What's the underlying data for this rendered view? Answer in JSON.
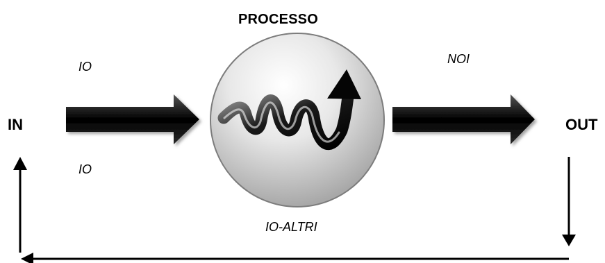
{
  "diagram": {
    "title": "PROCESSO",
    "input_label": "IN",
    "output_label": "OUT",
    "upper_input_label": "IO",
    "lower_input_label": "IO",
    "output_actor_label": "NOI",
    "feedback_label": "IO-ALTRI"
  },
  "icons": {
    "process": "spiral-up-arrow-icon",
    "input_arrow": "right-arrow-icon",
    "output_arrow": "right-arrow-icon"
  },
  "colors": {
    "arrow_fill": "#111111",
    "arrow_shadow": "#9a9a9a",
    "circle_light": "#ffffff",
    "circle_dark": "#a8a8a8",
    "line": "#000000"
  }
}
